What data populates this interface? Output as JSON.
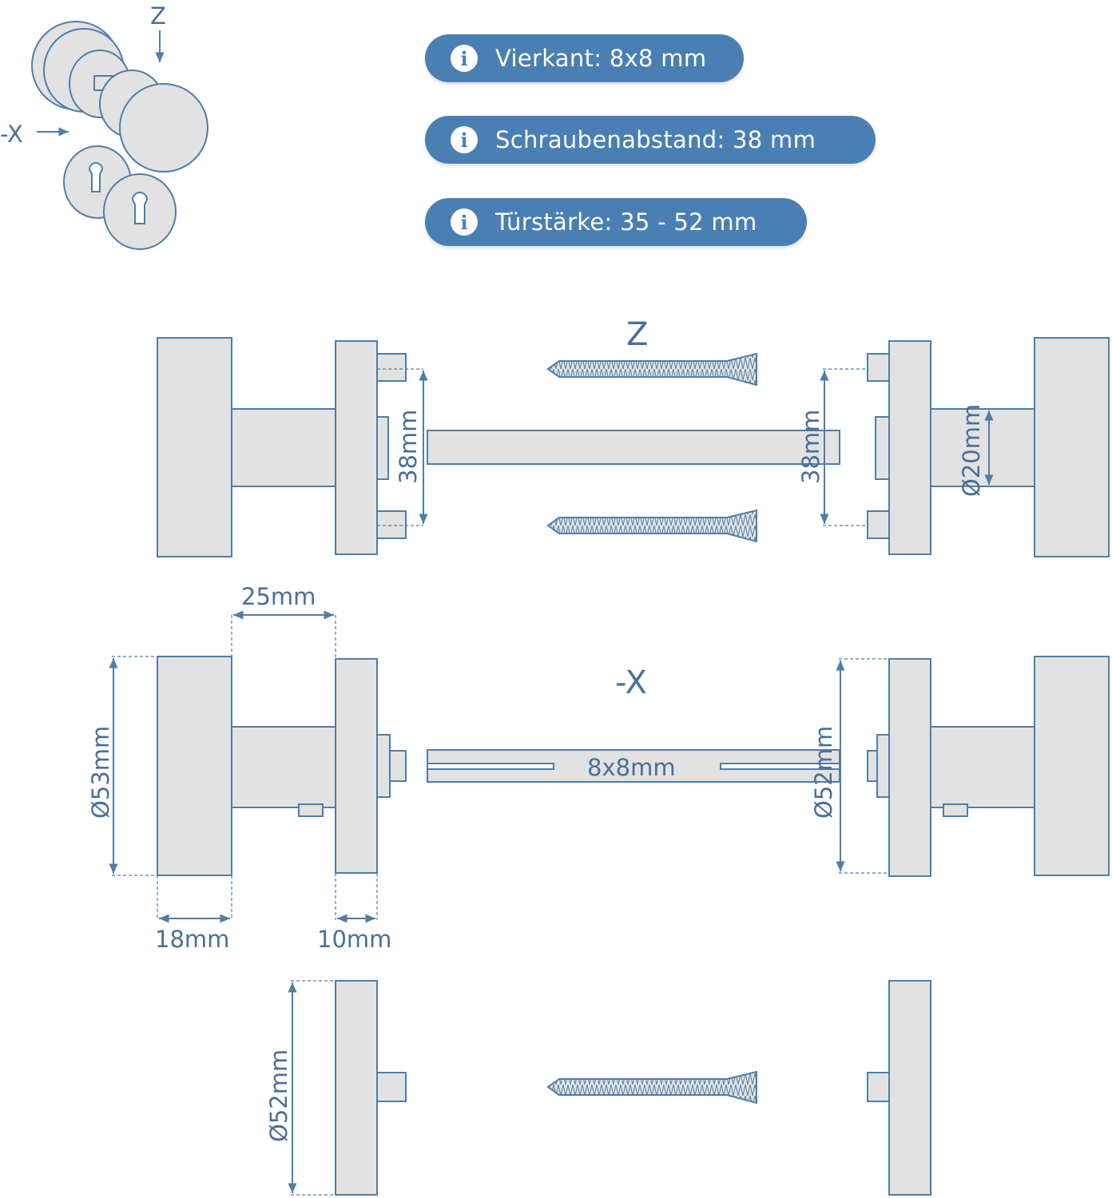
{
  "specs": [
    {
      "text": "Vierkant: 8x8 mm",
      "icon": "info-icon"
    },
    {
      "text": "Schraubenabstand: 38 mm",
      "icon": "info-icon"
    },
    {
      "text": "Türstärke: 35 - 52 mm",
      "icon": "info-icon"
    }
  ],
  "thumbnail": {
    "axis_z": "Z",
    "axis_x": "-X"
  },
  "views": {
    "top_axis": "Z",
    "middle_axis": "-X"
  },
  "dimensions": {
    "screw_spacing_left": "38mm",
    "screw_spacing_right": "38mm",
    "neck_diameter": "Ø20mm",
    "neck_length": "25mm",
    "knob_diameter": "Ø53mm",
    "rose_diameter_mid": "Ø52mm",
    "knob_thickness": "18mm",
    "rose_thickness": "10mm",
    "spindle": "8x8mm",
    "rose_diameter_bottom": "Ø52mm"
  },
  "colors": {
    "accent": "#4a7fb3",
    "line": "#4f7ea8",
    "part_fill": "#e2e2e2"
  }
}
